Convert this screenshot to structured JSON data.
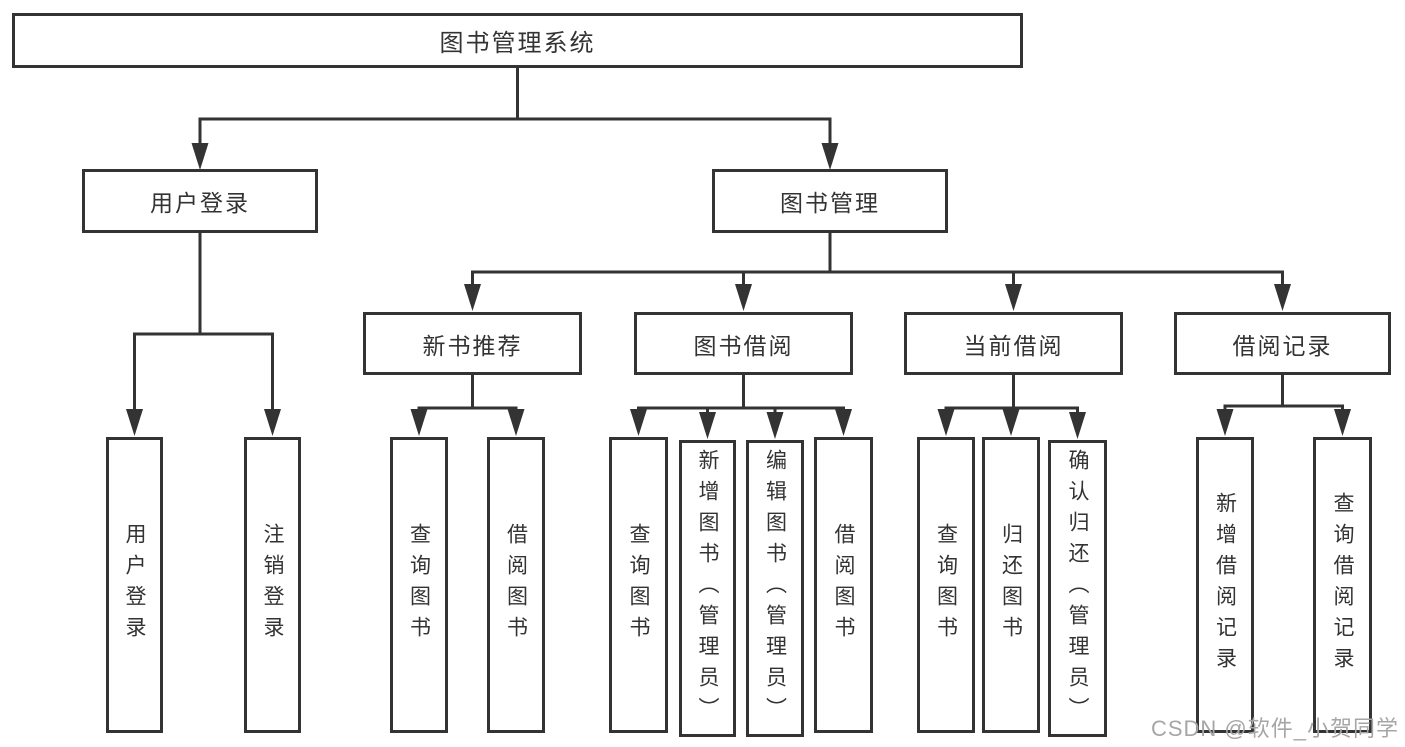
{
  "tree": {
    "root": "图书管理系统",
    "branches": [
      {
        "label": "用户登录",
        "children": [
          "用户登录",
          "注销登录"
        ]
      },
      {
        "label": "图书管理",
        "sections": [
          {
            "label": "新书推荐",
            "children": [
              "查询图书",
              "借阅图书"
            ]
          },
          {
            "label": "图书借阅",
            "children": [
              "查询图书",
              "新增图书（管理员）",
              "编辑图书（管理员）",
              "借阅图书"
            ]
          },
          {
            "label": "当前借阅",
            "children": [
              "查询图书",
              "归还图书",
              "确认归还（管理员）"
            ]
          },
          {
            "label": "借阅记录",
            "children": [
              "新增借阅记录",
              "查询借阅记录"
            ]
          }
        ]
      }
    ]
  },
  "watermark": "CSDN @软件_小贺同学",
  "colors": {
    "line": "#333333",
    "text": "#333333",
    "background": "#ffffff",
    "watermark": "#a6a6a6"
  }
}
